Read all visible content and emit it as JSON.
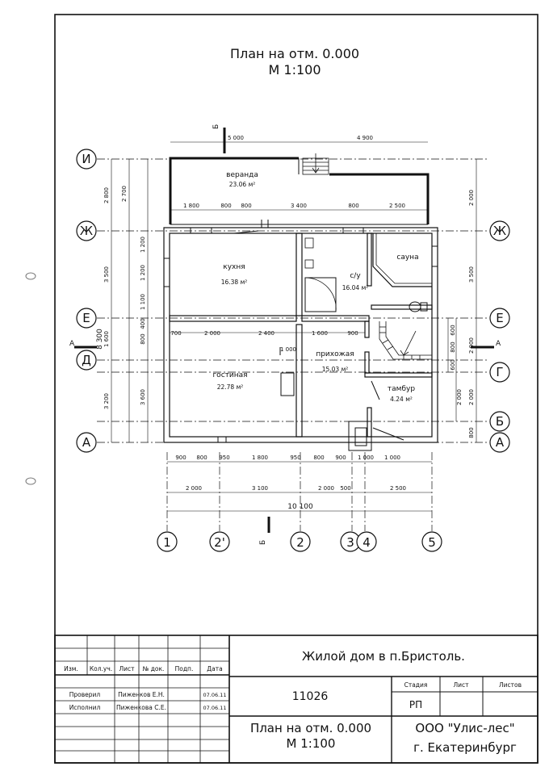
{
  "title": {
    "line1": "План на отм. 0.000",
    "line2": "М 1:100"
  },
  "rooms": {
    "veranda": {
      "name": "веранда",
      "area": "23.06 м²"
    },
    "kitchen": {
      "name": "кухня",
      "area": "16.38 м²"
    },
    "bathroom": {
      "name": "с/у",
      "area": "16.04 м²"
    },
    "sauna": {
      "name": "сауна"
    },
    "hall": {
      "name": "прихожая",
      "area": "15.03 м²"
    },
    "living": {
      "name": "гостиная",
      "area": "22.78 м²"
    },
    "vestibule": {
      "name": "тамбур",
      "area": "4.24 м²"
    }
  },
  "axes": {
    "rows": [
      "И",
      "Ж",
      "Е",
      "Д",
      "Г",
      "Б",
      "А"
    ],
    "cols": [
      "1",
      "2'",
      "2",
      "3",
      "4",
      "5"
    ]
  },
  "section_marks": {
    "a": "А",
    "b": "Б"
  },
  "dims": {
    "top": [
      "5 000",
      "4 900"
    ],
    "top2": [
      "1 800",
      "800",
      "800",
      "3 400",
      "800",
      "2 500"
    ],
    "bottom1": [
      "900",
      "800",
      "950",
      "1 800",
      "950",
      "800",
      "900",
      "1 000",
      "1 000"
    ],
    "bottom2": [
      "2 000",
      "3 100",
      "2 000",
      "500",
      "2 500"
    ],
    "total": "10 100",
    "left_outer": [
      "2 800",
      "3 500",
      "1 600",
      "3 200"
    ],
    "left_total": "8 300",
    "left_inner": [
      "2 700",
      "1 200",
      "1 200",
      "1 100",
      "400",
      "800",
      "3 600"
    ],
    "right": [
      "2 000",
      "3 500",
      "2 000",
      "2 000",
      "800"
    ],
    "right_inner": [
      "600",
      "800",
      "600"
    ],
    "mid_row": [
      "700",
      "2 000",
      "2 400",
      "1 600",
      "900"
    ],
    "mid_small": "1 000"
  },
  "title_block": {
    "project": "Жилой дом в п.Бристоль.",
    "code": "11026",
    "sheet_title_1": "План на отм. 0.000",
    "sheet_title_2": "М 1:100",
    "company_1": "ООО \"Улис-лес\"",
    "company_2": "г. Екатеринбург",
    "headers": [
      "Изм.",
      "Кол.уч.",
      "Лист",
      "№ док.",
      "Подп.",
      "Дата"
    ],
    "stage_headers": [
      "Стадия",
      "Лист",
      "Листов"
    ],
    "stage": "РП",
    "rows": [
      {
        "role": "Проверил",
        "name": "Пиженков Е.Н.",
        "date": "07.06.11"
      },
      {
        "role": "Исполнил",
        "name": "Пиженкова С.Е.",
        "date": "07.06.11"
      }
    ]
  }
}
